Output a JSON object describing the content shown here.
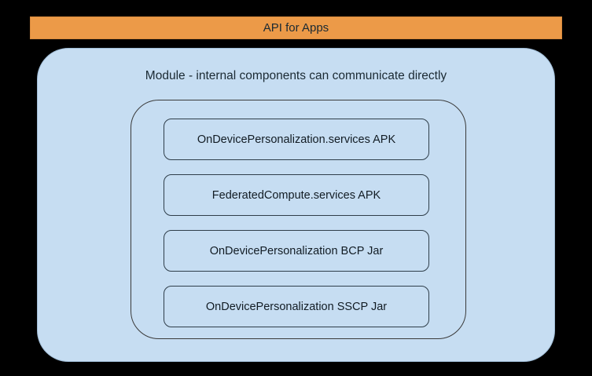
{
  "diagram": {
    "api_banner": {
      "label": "API for Apps",
      "color": "#ec9a48"
    },
    "module": {
      "label": "Module - internal components can communicate directly",
      "color": "#c6ddf2"
    },
    "components": [
      {
        "label": "OnDevicePersonalization.services APK"
      },
      {
        "label": "FederatedCompute.services APK"
      },
      {
        "label": "OnDevicePersonalization BCP Jar"
      },
      {
        "label": "OnDevicePersonalization SSCP Jar"
      }
    ]
  }
}
